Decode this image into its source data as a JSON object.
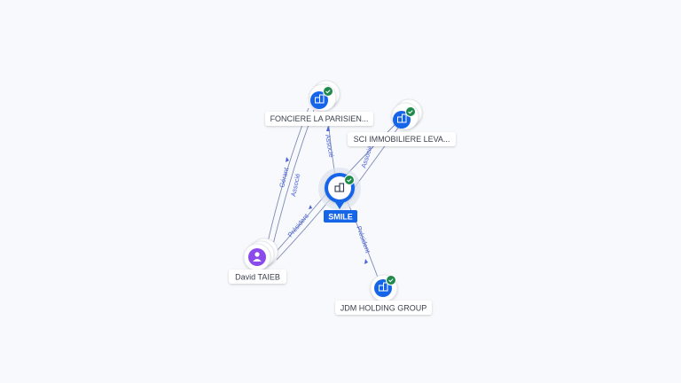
{
  "colors": {
    "background": "#f8f9fc",
    "company": "#1565e8",
    "person": "#8a4bea",
    "verified": "#1f8a4c",
    "edge": "#5e6e9b",
    "edge_label": "#4a63d6",
    "center_label_bg": "#1565e8"
  },
  "nodes": {
    "smile": {
      "label": "SMILE",
      "icon": "building-icon",
      "verified": true
    },
    "fonciere": {
      "label": "FONCIERE LA PARISIEN...",
      "icon": "building-icon",
      "verified": true
    },
    "sci": {
      "label": "SCI IMMOBILIERE LEVA...",
      "icon": "building-icon",
      "verified": true
    },
    "jdm": {
      "label": "JDM HOLDING GROUP",
      "icon": "building-icon",
      "verified": true
    },
    "david": {
      "label": "David TAIEB",
      "icon": "person-icon",
      "verified": false
    }
  },
  "edges": [
    {
      "id": "smile-fonciere",
      "label": "Associé"
    },
    {
      "id": "smile-sci",
      "label": "Associé"
    },
    {
      "id": "smile-jdm",
      "label": "Président"
    },
    {
      "id": "david-fonciere",
      "label": "Gérant"
    },
    {
      "id": "david-fonciere-2",
      "label": "Associé"
    },
    {
      "id": "david-smile",
      "label": "Président"
    }
  ]
}
